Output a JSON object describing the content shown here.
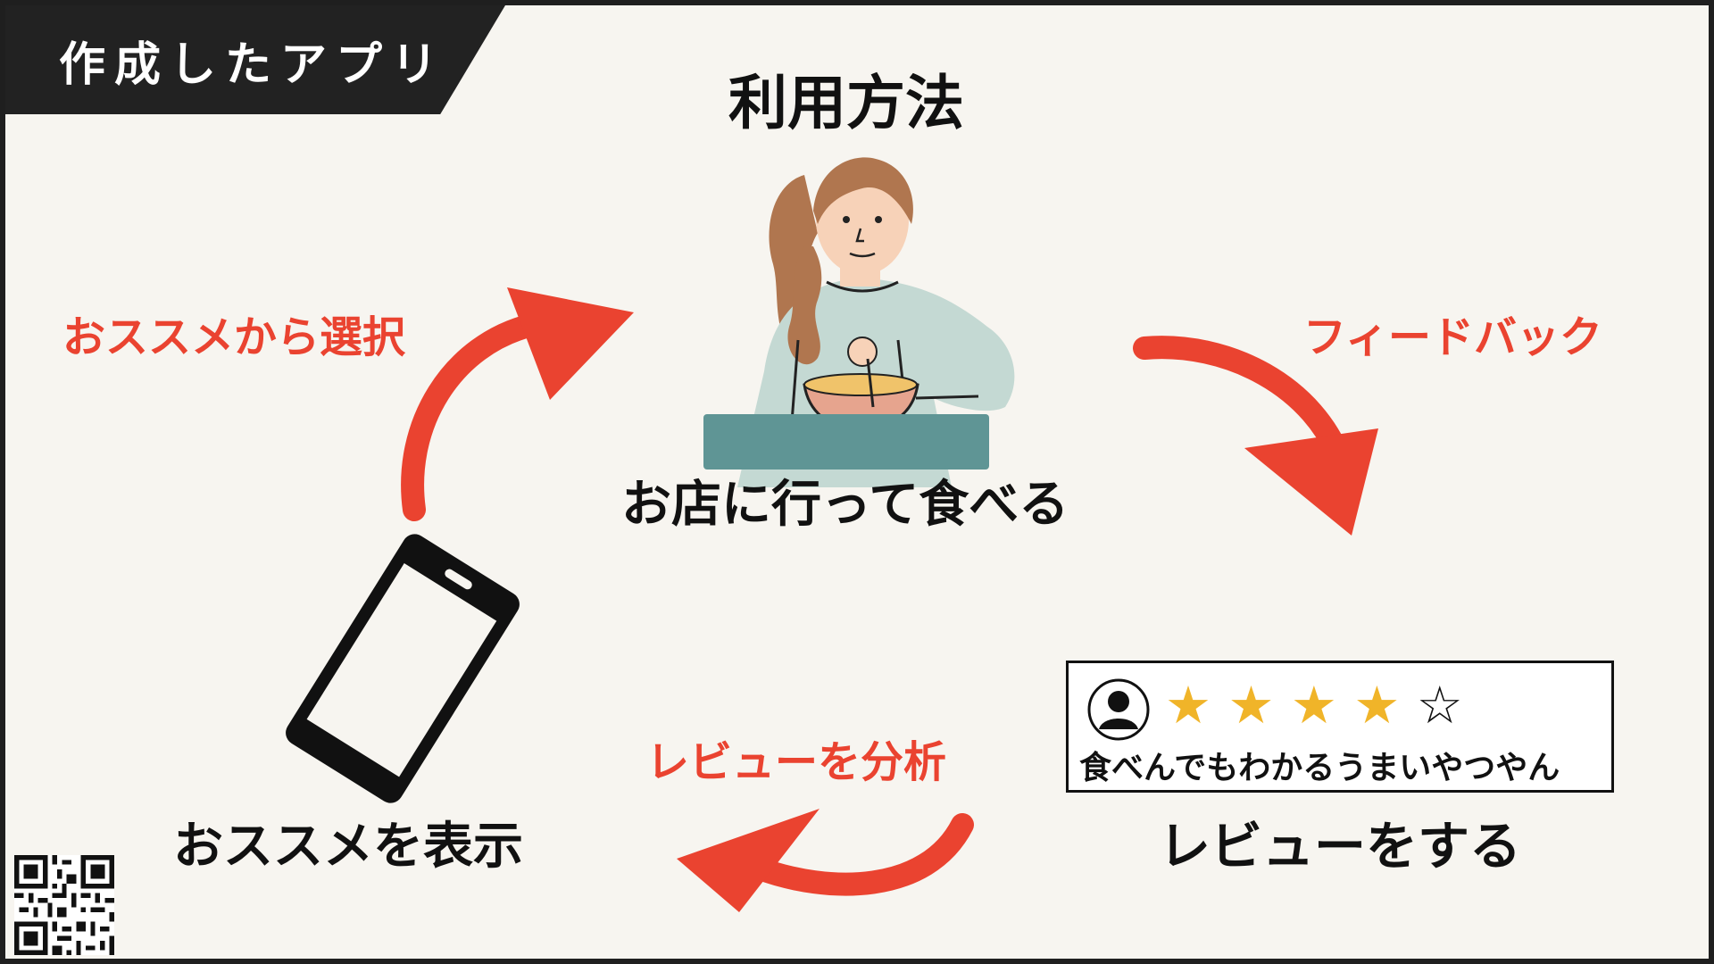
{
  "corner_label": "作成したアプリ",
  "title": "利用方法",
  "steps": {
    "eat": "お店に行って食べる",
    "review": "レビューをする",
    "show": "おススメを表示"
  },
  "arrows": {
    "select": "おススメから選択",
    "feedback": "フィードバック",
    "analyze": "レビューを分析"
  },
  "review_card": {
    "rating": 4,
    "max_rating": 5,
    "text": "食べんでもわかるうまいやつやん",
    "filled_star": "★",
    "empty_star": "☆"
  },
  "icons": {
    "avatar": "user-avatar-icon",
    "phone": "smartphone-icon",
    "person": "woman-eating-illustration",
    "qr": "qr-code"
  },
  "colors": {
    "accent_red": "#ea4330",
    "star_gold": "#f0b429",
    "background": "#f7f5f0"
  }
}
